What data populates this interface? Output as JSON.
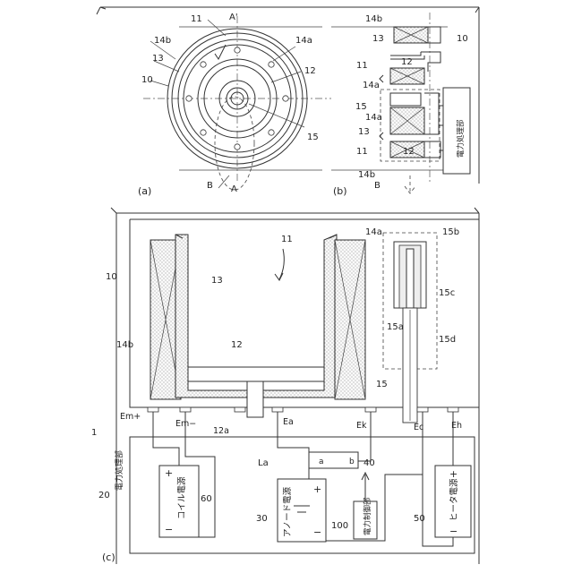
{
  "panels": {
    "a": "(a)",
    "b": "(b)",
    "c": "(c)"
  },
  "labels": {
    "n1": "1",
    "n10": "10",
    "n11": "11",
    "n12": "12",
    "n13": "13",
    "n14a": "14a",
    "n14b": "14b",
    "n15": "15",
    "n15a": "15a",
    "n15b": "15b",
    "n15c": "15c",
    "n15d": "15d",
    "n20": "20",
    "n30": "30",
    "n40": "40",
    "n50": "50",
    "n60": "60",
    "n100": "100",
    "A": "A",
    "Aprime": "A'",
    "B": "B",
    "La": "La",
    "a": "a",
    "b": "b",
    "Emplus": "Em+",
    "Emminus": "Em−",
    "Ea": "Ea",
    "Ek": "Ek",
    "Ec": "Ec",
    "Eh": "Eh",
    "n12a": "12a"
  },
  "blocks": {
    "power_unit": "電力処理部",
    "coil_power": "コイル電源",
    "anode_power": "アノード電源",
    "power_control": "電力制御部",
    "heater_power": "ヒータ電源",
    "power_unit_b": "電力処理部"
  },
  "signs": {
    "plus": "+",
    "minus": "−"
  }
}
